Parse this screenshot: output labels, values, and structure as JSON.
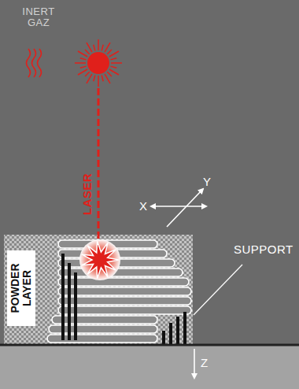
{
  "diagram": {
    "nodes": [
      {
        "text": [
          "POWDER LAYER"
        ]
      }
    ],
    "labels": [
      "INERT GAZ",
      "LASER",
      "X",
      "Y",
      "Z",
      "SUPPORT"
    ]
  }
}
